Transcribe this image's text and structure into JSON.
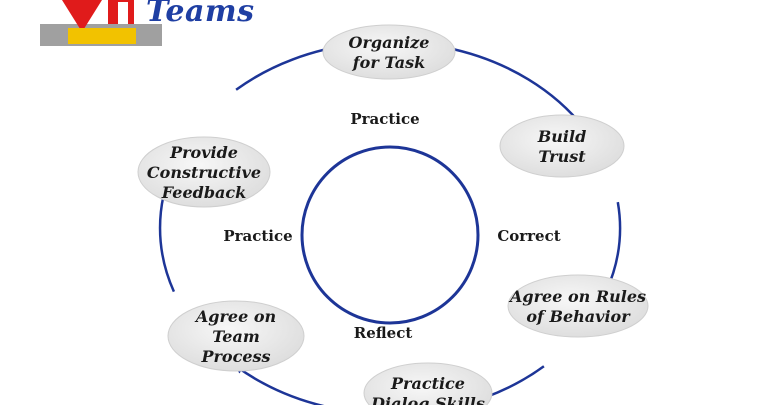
{
  "logo": {
    "title": "Teams",
    "colors": {
      "red": "#e01b1b",
      "yellow": "#f2c200",
      "gray": "#9a9a9a",
      "brand_blue": "#1f3fa3"
    }
  },
  "diagram": {
    "steps": [
      {
        "lines": [
          "Organize",
          "for Task"
        ]
      },
      {
        "lines": [
          "Build",
          "Trust"
        ]
      },
      {
        "lines": [
          "Agree on Rules",
          "of Behavior"
        ]
      },
      {
        "lines": [
          "Practice",
          "Dialog Skills"
        ]
      },
      {
        "lines": [
          "Agree on",
          "Team",
          "Process"
        ]
      },
      {
        "lines": [
          "Provide",
          "Constructive",
          "Feedback"
        ]
      }
    ],
    "inner_labels": {
      "top": "Practice",
      "left": "Practice",
      "right": "Correct",
      "bottom": "Reflect"
    },
    "colors": {
      "cycle": "#1d3597",
      "node_fill": "#e6e6e6",
      "node_stroke": "#cfcfcf"
    }
  }
}
